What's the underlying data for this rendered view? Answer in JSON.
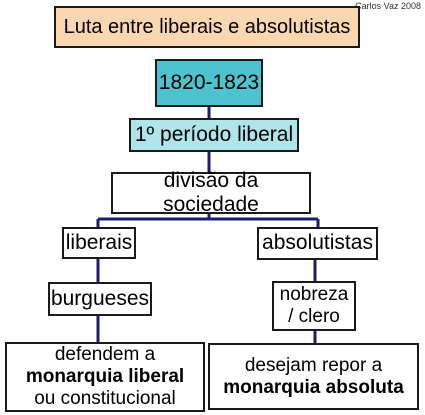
{
  "title": "Luta entre liberais e absolutistas",
  "credit": "Carlos Vaz 2008",
  "years": "1820-1823",
  "period": "1º período liberal",
  "division": "divisão da sociedade",
  "left_branch": {
    "group": "liberais",
    "class": "burgueses",
    "goal_line1": "defendem a",
    "goal_line2": "monarquia liberal",
    "goal_line3": "ou constitucional"
  },
  "right_branch": {
    "group": "absolutistas",
    "class_line1": "nobreza",
    "class_line2": "/ clero",
    "goal_line1": "desejam repor a",
    "goal_line2": "monarquia absoluta"
  },
  "colors": {
    "title_bg": "#fbd7b1",
    "years_bg": "#4ec3cf",
    "period_bg": "#aee4ea",
    "connector": "#1c1c6e"
  }
}
